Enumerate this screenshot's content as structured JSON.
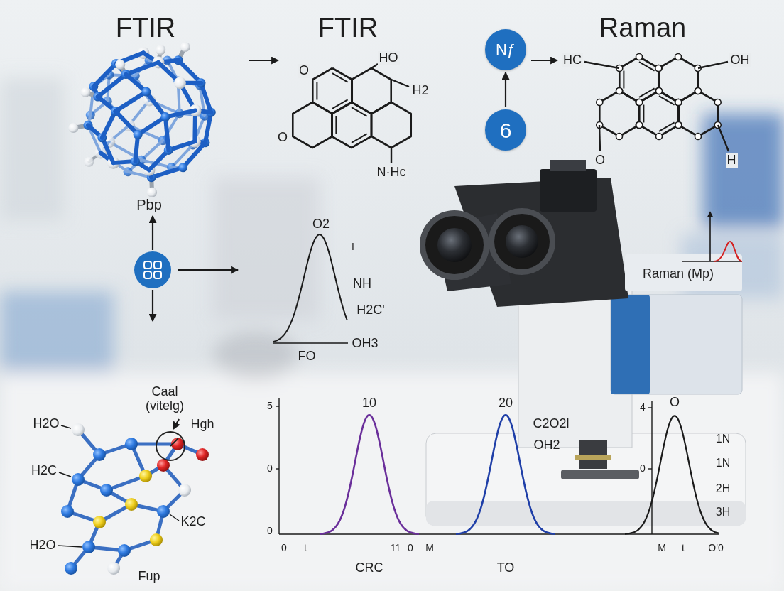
{
  "diagram": {
    "nodes": [
      {
        "text": [
          "Nƒ"
        ]
      },
      {
        "text": [
          "6"
        ]
      }
    ],
    "edges": [
      {
        "from": 1,
        "to": 0,
        "arrow": "to"
      }
    ],
    "labels": [
      "FTIR",
      "FTIR",
      "Raman",
      "O",
      "HO",
      "H2",
      "O",
      "N·Hc",
      "HC",
      "OH",
      "O",
      "H",
      "Pbp",
      "O2",
      "I",
      "NH",
      "H2C'",
      "OH3",
      "FO",
      "Caal (vitelg)",
      "H2O",
      "H2C",
      "Hgh",
      "K2C",
      "H2O",
      "Fup",
      "5",
      "0",
      "0",
      "10",
      "20",
      "C2O2l",
      "OH2",
      "0",
      "t",
      "11",
      "0",
      "M",
      "CRC",
      "TO",
      "4",
      "0",
      "O",
      "M",
      "t",
      "O'0",
      "1N",
      "1N",
      "2H",
      "3H",
      "Raman (Mp)"
    ]
  }
}
